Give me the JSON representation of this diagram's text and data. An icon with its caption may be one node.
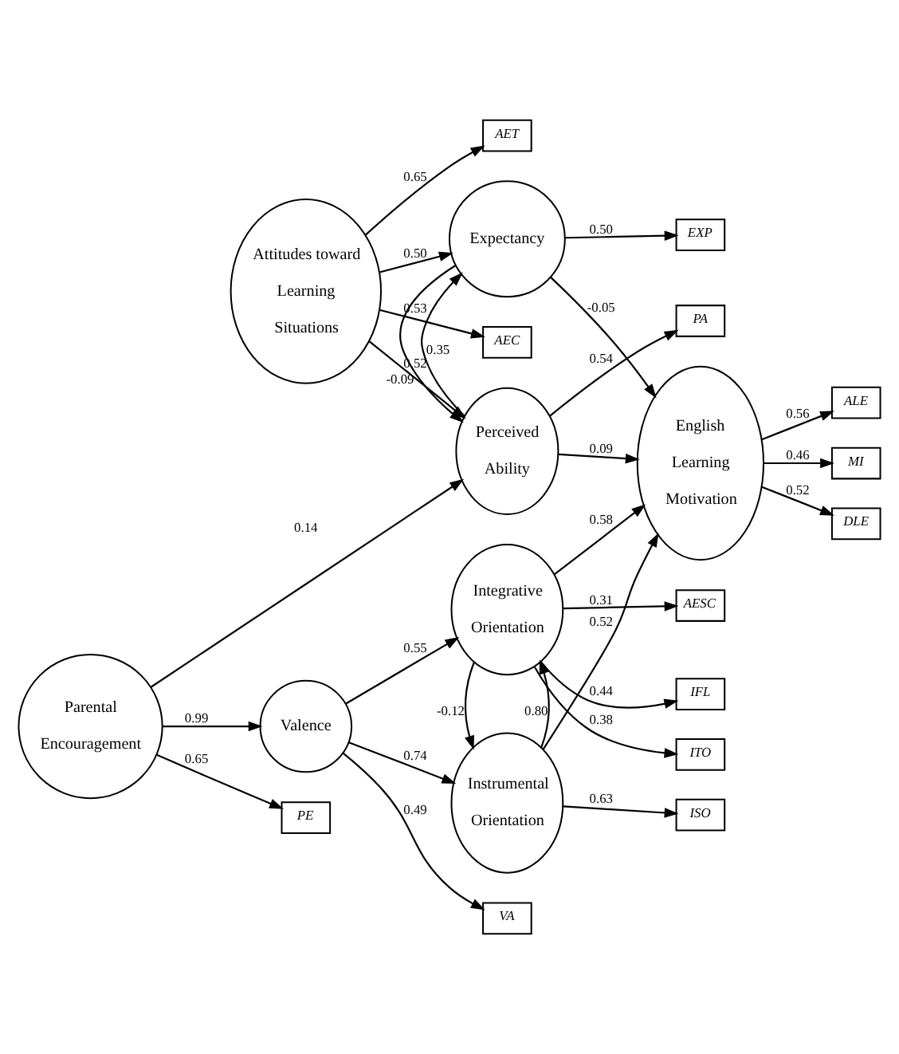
{
  "diagram": {
    "nodes": [
      {
        "text": [
          "EXP"
        ]
      },
      {
        "text": [
          "AET"
        ]
      },
      {
        "text": [
          "Attitudes toward Learning Situations"
        ]
      },
      {
        "text": [
          "Expectancy"
        ]
      },
      {
        "text": [
          "ALE"
        ]
      },
      {
        "text": [
          "MI"
        ]
      },
      {
        "text": [
          "DLE"
        ]
      },
      {
        "text": [
          "AEC"
        ]
      },
      {
        "text": [
          "Perceived Ability"
        ]
      },
      {
        "text": [
          "PA"
        ]
      },
      {
        "text": [
          "AESC"
        ]
      },
      {
        "text": [
          "IFL"
        ]
      },
      {
        "text": [
          "English Learning Motivation"
        ]
      },
      {
        "text": [
          "ITO"
        ]
      },
      {
        "text": [
          "Integrative Orientation"
        ]
      },
      {
        "text": [
          "Parental Encouragement"
        ]
      },
      {
        "text": [
          "Valence"
        ]
      },
      {
        "text": [
          "Instrumental Orientation"
        ]
      },
      {
        "text": [
          "PE"
        ]
      },
      {
        "text": [
          "VA"
        ]
      },
      {
        "text": [
          "ISO"
        ]
      }
    ],
    "edges": [
      {
        "from": 2,
        "to": 1,
        "arrow": "to",
        "label": "0.65"
      },
      {
        "from": 2,
        "to": 7,
        "arrow": "to",
        "label": "0.53"
      },
      {
        "from": 2,
        "to": 3,
        "arrow": "to",
        "label": "0.50"
      },
      {
        "from": 2,
        "to": 8,
        "arrow": "to",
        "label": "0.52"
      },
      {
        "from": 3,
        "to": 0,
        "arrow": "to",
        "label": "0.50"
      },
      {
        "from": 3,
        "to": 12,
        "arrow": "to",
        "label": "-0.05"
      },
      {
        "from": 8,
        "to": 3,
        "arrow": "to",
        "label": "0.35"
      },
      {
        "from": 3,
        "to": 8,
        "arrow": "to",
        "label": "-0.09"
      },
      {
        "from": 15,
        "to": 8,
        "arrow": "to",
        "label": "0.14"
      },
      {
        "from": 8,
        "to": 9,
        "arrow": "to",
        "label": "0.54"
      },
      {
        "from": 8,
        "to": 12,
        "arrow": "to",
        "label": "0.09"
      },
      {
        "from": 12,
        "to": 4,
        "arrow": "to",
        "label": "0.56"
      },
      {
        "from": 12,
        "to": 5,
        "arrow": "to",
        "label": "0.46"
      },
      {
        "from": 12,
        "to": 6,
        "arrow": "to",
        "label": "0.52"
      },
      {
        "from": 14,
        "to": 10,
        "arrow": "to",
        "label": "0.31"
      },
      {
        "from": 14,
        "to": 11,
        "arrow": "to",
        "label": "0.44"
      },
      {
        "from": 14,
        "to": 13,
        "arrow": "to",
        "label": "0.38"
      },
      {
        "from": 14,
        "to": 12,
        "arrow": "to",
        "label": "0.58"
      },
      {
        "from": 15,
        "to": 16,
        "arrow": "to",
        "label": "0.99"
      },
      {
        "from": 15,
        "to": 18,
        "arrow": "to",
        "label": "0.65"
      },
      {
        "from": 16,
        "to": 14,
        "arrow": "to",
        "label": "0.55"
      },
      {
        "from": 16,
        "to": 17,
        "arrow": "to",
        "label": "0.74"
      },
      {
        "from": 16,
        "to": 19,
        "arrow": "to",
        "label": "0.49"
      },
      {
        "from": 17,
        "to": 14,
        "arrow": "to",
        "label": "0.80"
      },
      {
        "from": 14,
        "to": 17,
        "arrow": "to",
        "label": "-0.12"
      },
      {
        "from": 17,
        "to": 20,
        "arrow": "to",
        "label": "0.63"
      },
      {
        "from": 17,
        "to": 12,
        "arrow": "to",
        "label": "0.52"
      }
    ]
  }
}
